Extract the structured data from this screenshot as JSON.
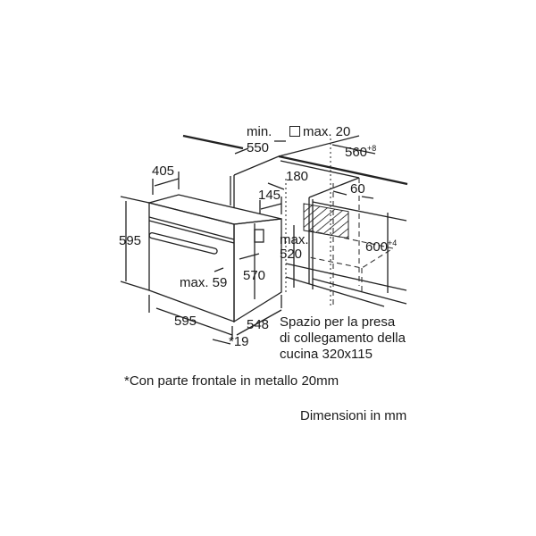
{
  "dimensions": {
    "min_label": "min.",
    "min_550": "550",
    "max_20": "max. 20",
    "w_560": "560",
    "w_560_tol": "+8",
    "d_405": "405",
    "d_180": "180",
    "d_60": "60",
    "d_145": "145",
    "h_595": "595",
    "max_label": "max.",
    "max_520": "520",
    "h_600": "600",
    "h_600_tol": "+4",
    "max_59": "max. 59",
    "h_570": "570",
    "w_595": "595",
    "d_548": "548",
    "note_19": "*19"
  },
  "socket_note": [
    "Spazio per la presa",
    "di collegamento della",
    "cucina 320x115"
  ],
  "footnote": "*Con parte frontale in metallo 20mm",
  "units_note": "Dimensioni in mm"
}
